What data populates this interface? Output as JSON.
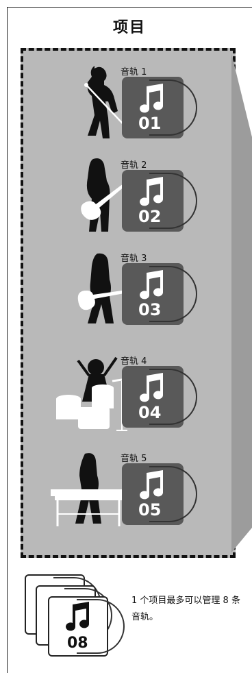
{
  "title": "项目",
  "tracks": [
    {
      "label": "音轨 1",
      "number": "01"
    },
    {
      "label": "音轨 2",
      "number": "02"
    },
    {
      "label": "音轨 3",
      "number": "03"
    },
    {
      "label": "音轨 4",
      "number": "04"
    },
    {
      "label": "音轨 5",
      "number": "05"
    }
  ],
  "stack_number": "08",
  "note": "1 个项目最多可以管理 8 条音轨。",
  "colors": {
    "panel": "#b9b9b9",
    "album": "#595959"
  }
}
